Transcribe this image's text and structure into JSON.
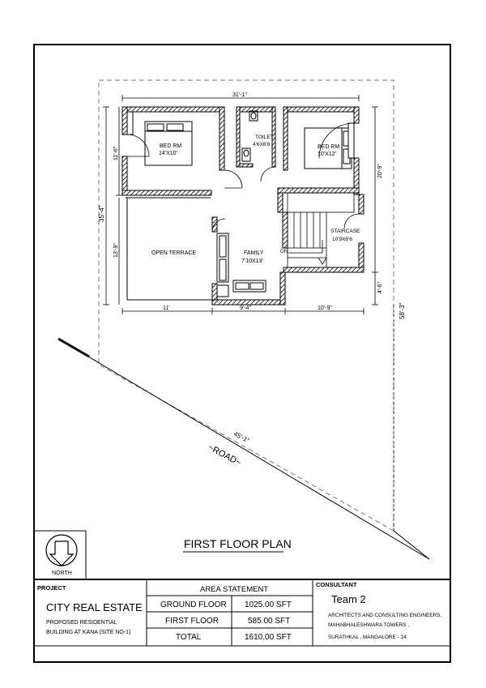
{
  "drawing": {
    "title": "FIRST FLOOR PLAN",
    "rooms": {
      "bed_left": {
        "name": "BED RM",
        "size": "14'X10'"
      },
      "toilet": {
        "name": "TOILET",
        "size": "4'6X6'8"
      },
      "bed_right": {
        "name": "BED RM",
        "size": "10'X12'"
      },
      "open_terrace": {
        "name": "OPEN TERRACE"
      },
      "family": {
        "name": "FAMILY",
        "size": "7'10X13'"
      },
      "staircase": {
        "name": "STAIRCASE",
        "size": "10'9X6'6"
      },
      "dn": "DN"
    },
    "dimensions": {
      "top_width": "31'-1\"",
      "left_total": "35'-4\"",
      "left_upper": "11'-6\"",
      "left_lower": "13'-9\"",
      "right_upper": "20'-9\"",
      "right_lower": "4'-6\"",
      "bottom_1": "11'",
      "bottom_2": "9'-4\"",
      "bottom_3": "10'-9\"",
      "site_right": "58'-3\"",
      "road_edge": "45'-1\""
    },
    "road_label": "~ROAD~",
    "north_label": "NORTH"
  },
  "title_block": {
    "project_label": "PROJECT",
    "project_name": "CITY REAL ESTATE",
    "project_desc_1": "PROPOSED RESIDENTIAL",
    "project_desc_2": "BUILDING AT KANA (SITE NO-1)",
    "area_statement_title": "AREA STATEMENT",
    "area_rows": [
      {
        "label": "GROUND FLOOR",
        "value": "1025.00 SFT"
      },
      {
        "label": "FIRST FLOOR",
        "value": "585.00 SFT"
      },
      {
        "label": "TOTAL",
        "value": "1610.00 SFT"
      }
    ],
    "consultant_label": "CONSULTANT",
    "consultant_name": "Team 2",
    "consultant_line_1": "ARCHITECTS AND CONSULTING ENGINEERS,",
    "consultant_line_2": "MAHABHALESHWARA TOWERS ,",
    "consultant_line_3": "SURATHKAL , MANGALORE - 14"
  }
}
